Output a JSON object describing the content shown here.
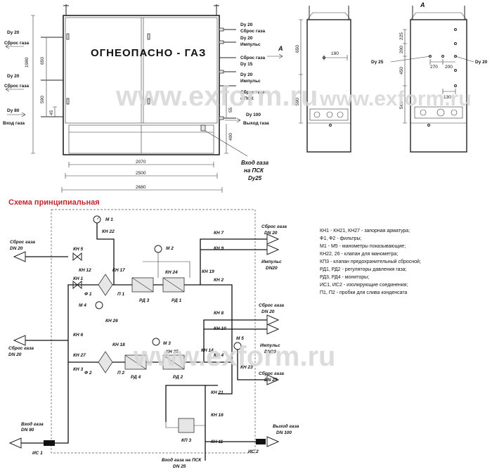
{
  "watermarks": [
    "www.exform.ru",
    "www.exform.ru",
    "www.exform.ru"
  ],
  "cabinet": {
    "title": "ОГНЕОПАСНО - ГАЗ"
  },
  "front_view": {
    "left_labels": [
      {
        "top": "Dy 20",
        "bottom": "Сброс газа"
      },
      {
        "top": "Dy 20",
        "bottom": "Сброс газа"
      },
      {
        "top": "Dy 80",
        "bottom": "Вход газа"
      }
    ],
    "right_labels": [
      {
        "top": "Dy 20",
        "bottom": "Сброс газа"
      },
      {
        "top": "Dy 20",
        "bottom": "Импульс"
      },
      {
        "top": "Сброс газа",
        "bottom": "Dy 15"
      },
      {
        "top": "Dy 20",
        "bottom": "Импульс"
      },
      {
        "top": "Сброс газа",
        "bottom": "с ПСК"
      },
      {
        "top": "Dy 100",
        "bottom": "Выход газа"
      }
    ],
    "arrow_a": "А",
    "inlet_psk": [
      "Вход газа",
      "на ПСК",
      "Dy25"
    ],
    "dims_v": [
      "1980",
      "650",
      "590",
      "45",
      "55",
      "400"
    ],
    "dims_h": [
      "2070",
      "2500",
      "2680"
    ]
  },
  "side_view": {
    "dims": [
      "650",
      "590",
      "190"
    ]
  },
  "back_view": {
    "view_label": "А",
    "dims": [
      "225",
      "200",
      "450",
      "560",
      "270",
      "200",
      "130"
    ],
    "left": "Dy 25",
    "right": "Dy 20"
  },
  "schema": {
    "title": "Схема принципиальная",
    "legend": [
      "КН1 - КН21, КН27 - запорная арматура;",
      "Ф1, Ф2 - фильтры;",
      "М1 - М5 - манометры показывающие;",
      "КН22, 26 - клапан для манометра;",
      "КП3 - клапан предохранительный сбросной;",
      "РД1, РД2 - регуляторы давления газа;",
      "РД3, РД4 - мониторы;",
      "ИС1, ИС2 - изолирующие соединения;",
      "П1, П2 - пробки для слива конденсата"
    ],
    "io": {
      "vent_top_left": [
        "Сброс газа",
        "DN 20"
      ],
      "vent_mid_left": [
        "Сброс газа",
        "DN 20"
      ],
      "inlet": [
        "Вход газа",
        "DN 80"
      ],
      "vent_kn7": [
        "Сброс газа",
        "DN 20"
      ],
      "imp_kn9": [
        "Импульс",
        "DN20"
      ],
      "vent_kn8": [
        "Сброс газа",
        "DN 20"
      ],
      "imp_kn10": [
        "Импульс",
        "DN20"
      ],
      "vent_kn23": [
        "Сброс газа",
        "DN 25"
      ],
      "outlet": [
        "Выход газа",
        "DN 100"
      ],
      "inlet_psk": [
        "Вход газа на ПСК",
        "DN 25"
      ]
    },
    "tags": {
      "kn1": "КН 1",
      "kn2": "КН 2",
      "kn3": "КН 3",
      "kn4": "КН 4",
      "kn5": "КН 5",
      "kn6": "КН 6",
      "kn7": "КН 7",
      "kn8": "КН 8",
      "kn9": "КН 9",
      "kn10": "КН 10",
      "kn11": "КН 11",
      "kn12": "КН 12",
      "kn14": "КН 14",
      "kn16": "КН 16",
      "kn17": "КН 17",
      "kn18": "КН 18",
      "kn19": "КН 19",
      "kn21": "КН 21",
      "kn22": "КН 22",
      "kn23": "КН 23",
      "kn24": "КН 24",
      "kn25": "КН 25",
      "kn26": "КН 26",
      "kn27": "КН 27",
      "m1": "М 1",
      "m2": "М 2",
      "m3": "М 3",
      "m4": "М 4",
      "m5": "М 5",
      "f1": "Ф 1",
      "f2": "Ф 2",
      "p1": "П 1",
      "p2": "П 2",
      "rd1": "РД 1",
      "rd2": "РД 2",
      "rd3": "РД 3",
      "rd4": "РД 4",
      "kp3": "КП 3",
      "is1": "ИС 1",
      "is2": "ИС 2"
    }
  }
}
